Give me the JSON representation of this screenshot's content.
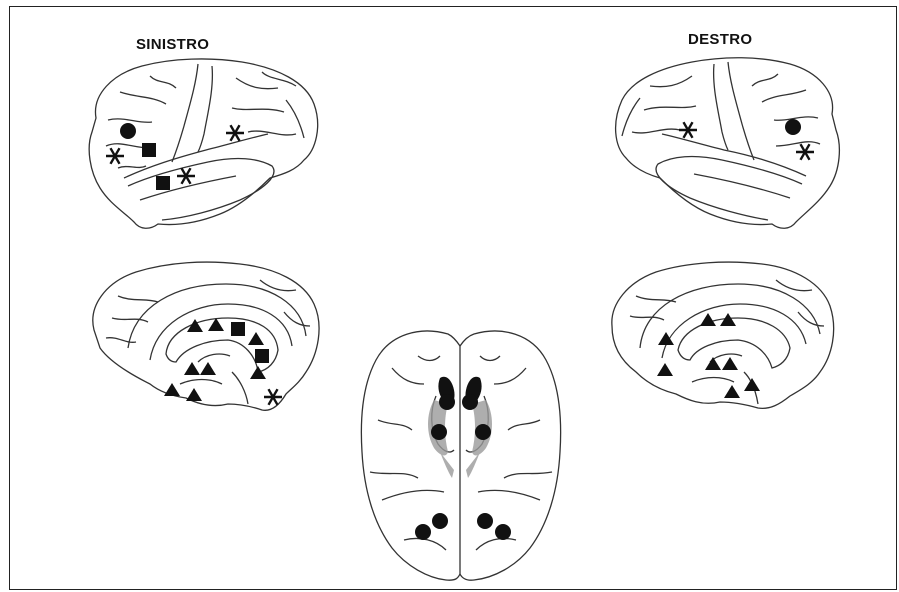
{
  "labels": {
    "left_hemisphere": "SINISTRO",
    "right_hemisphere": "DESTRO"
  },
  "colors": {
    "ink": "#111111",
    "outline": "#333333",
    "gray_nuclei": "#9a9a9a",
    "background": "#ffffff"
  },
  "marker_types": [
    "circle",
    "square",
    "triangle",
    "asterisk"
  ]
}
